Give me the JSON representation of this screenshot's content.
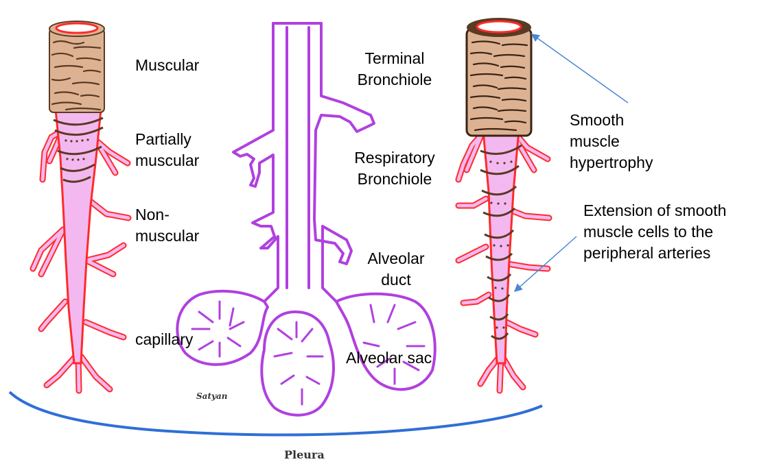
{
  "labels": {
    "muscular": "Muscular",
    "partially_muscular": "Partially\nmuscular",
    "non_muscular": "Non-\nmuscular",
    "capillary": "capillary",
    "terminal_bronchiole": "Terminal\nBronchiole",
    "respiratory_bronchiole": "Respiratory\nBronchiole",
    "alveolar_duct": "Alveolar\nduct",
    "alveolar_sac": "Alveolar sac",
    "smooth_muscle_hypertrophy": "Smooth\nmuscle\nhypertrophy",
    "extension": "Extension of smooth\nmuscle cells to the\nperipheral arteries",
    "signature": "Satyan",
    "pleura": "Pleura"
  },
  "colors": {
    "artery_fill": "#f4b8f0",
    "artery_outline": "#ff2a2a",
    "muscle_fill": "#ddb293",
    "muscle_stroke": "#5a3a22",
    "airway": "#b040e0",
    "airway_fill": "#ffffff",
    "pleura_line": "#2f6fd6",
    "arrow": "#4a86d4"
  }
}
